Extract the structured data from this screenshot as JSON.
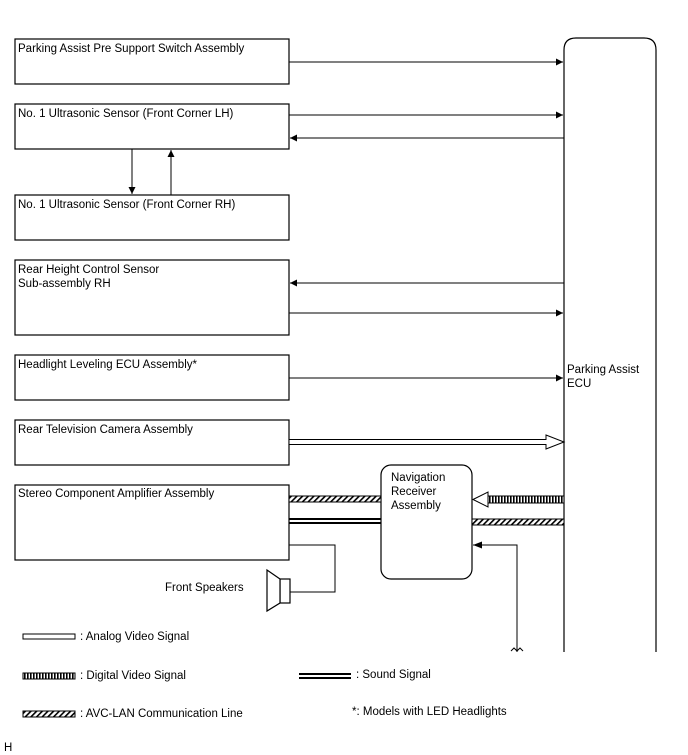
{
  "blocks": {
    "parking_assist_switch": "Parking Assist Pre Support Switch Assembly",
    "sensor_front_lh": "No. 1 Ultrasonic Sensor (Front Corner LH)",
    "sensor_front_rh": "No. 1 Ultrasonic Sensor (Front Corner RH)",
    "rear_height_line1": "Rear Height Control Sensor",
    "rear_height_line2": "Sub-assembly RH",
    "headlight_ecu": "Headlight Leveling ECU Assembly*",
    "rear_camera": "Rear Television Camera Assembly",
    "stereo_amp": "Stereo Component Amplifier Assembly",
    "nav_line1": "Navigation",
    "nav_line2": "Receiver",
    "nav_line3": "Assembly",
    "ecu_line1": "Parking Assist",
    "ecu_line2": "ECU",
    "speakers": "Front Speakers"
  },
  "legend": {
    "analog_video": ": Analog Video Signal",
    "digital_video": ": Digital Video Signal",
    "sound": ": Sound Signal",
    "avc_lan": ": AVC-LAN Communication Line",
    "note": "*: Models with LED Headlights"
  },
  "corner_mark": "H"
}
